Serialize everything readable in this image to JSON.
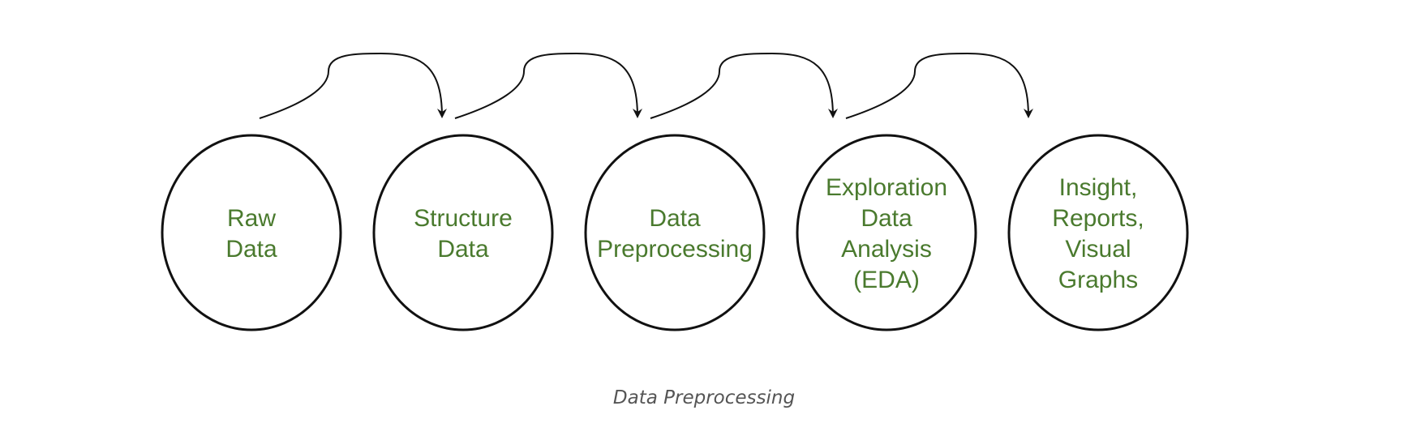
{
  "diagram": {
    "stages": [
      {
        "lines": [
          "Raw",
          "Data"
        ]
      },
      {
        "lines": [
          "Structure",
          "Data"
        ]
      },
      {
        "lines": [
          "Data",
          "Preprocessing"
        ]
      },
      {
        "lines": [
          "Exploration",
          "Data",
          "Analysis",
          "(EDA)"
        ]
      },
      {
        "lines": [
          "Insight,",
          "Reports,",
          "Visual",
          "Graphs"
        ]
      }
    ],
    "connector_count": 4,
    "colors": {
      "label_text": "#4a7a2e",
      "stroke": "#111111",
      "caption_text": "#555555"
    }
  },
  "caption": "Data Preprocessing"
}
